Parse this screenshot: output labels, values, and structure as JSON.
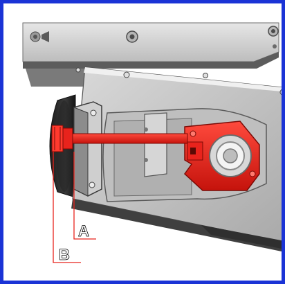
{
  "callouts": [
    {
      "id": "A",
      "label": "A"
    },
    {
      "id": "B",
      "label": "B"
    }
  ],
  "colors": {
    "border": "#1a33d6",
    "highlight": "#e8231c",
    "metal_dark": "#3b3b3b",
    "metal_mid": "#8a8a8a",
    "metal_light": "#cfcfcf"
  }
}
